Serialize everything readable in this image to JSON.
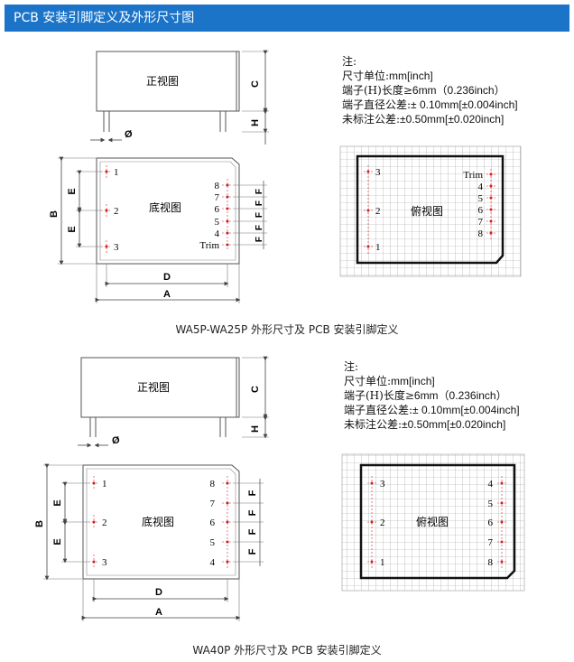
{
  "header": {
    "title": "PCB 安装引脚定义及外形尺寸图"
  },
  "labels": {
    "front_view": "正视图",
    "bottom_view": "底视图",
    "top_view": "俯视图",
    "dim_C": "C",
    "dim_H": "H",
    "dim_phi": "Ø",
    "dim_B": "B",
    "dim_E": "E",
    "dim_F": "F",
    "dim_D": "D",
    "dim_A": "A"
  },
  "section1": {
    "pins_left": [
      "1",
      "2",
      "3"
    ],
    "pins_right": [
      "8",
      "7",
      "6",
      "5",
      "4",
      "Trim"
    ],
    "top_pins_left": [
      "3",
      "2",
      "1"
    ],
    "top_pins_right": [
      "Trim",
      "4",
      "5",
      "6",
      "7",
      "8"
    ],
    "caption": "WA5P-WA25P 外形尺寸及 PCB 安装引脚定义"
  },
  "section2": {
    "pins_left": [
      "1",
      "2",
      "3"
    ],
    "pins_right": [
      "8",
      "7",
      "6",
      "5",
      "4"
    ],
    "top_pins_left": [
      "3",
      "2",
      "1"
    ],
    "top_pins_right": [
      "4",
      "5",
      "6",
      "7",
      "8"
    ],
    "caption": "WA40P 外形尺寸及 PCB 安装引脚定义"
  },
  "notes": {
    "title": "注:",
    "unit_label": "尺寸单位:",
    "unit_value": "mm[inch]",
    "terminal_len_label": "端子(H)长度≥",
    "terminal_len_value": "6mm（0.236inch）",
    "terminal_dia_label": "端子直径公差:",
    "terminal_dia_value": "± 0.10mm[±0.004inch]",
    "general_tol_label": "未标注公差:",
    "general_tol_value": "±0.50mm[±0.020inch]"
  },
  "colors": {
    "header_bg": "#1c74c9",
    "pin_red": "#d22020",
    "outline": "#555555"
  }
}
